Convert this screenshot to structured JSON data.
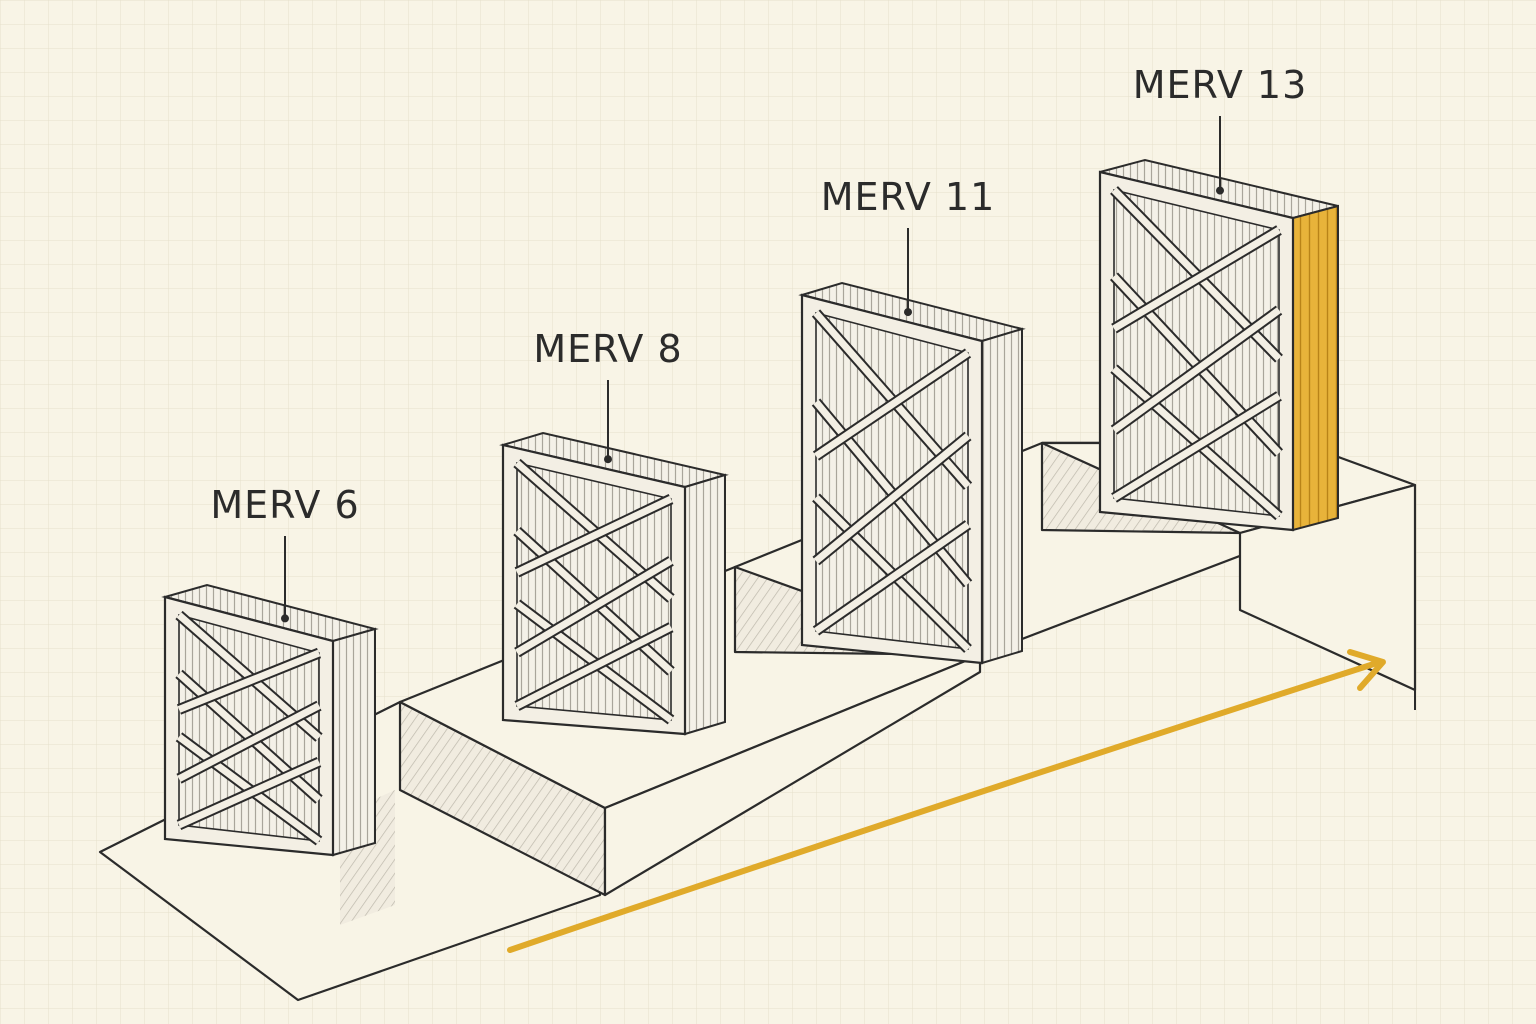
{
  "colors": {
    "background": "#f8f4e6",
    "grid": "#e6e0cc",
    "ink": "#2b2b2b",
    "accent": "#e0aa2a",
    "filter_face": "#f3efe4",
    "shade": "#c9c4b8"
  },
  "filters": [
    {
      "label": "MERV 6",
      "highlighted": false
    },
    {
      "label": "MERV 8",
      "highlighted": false
    },
    {
      "label": "MERV 11",
      "highlighted": false
    },
    {
      "label": "MERV 13",
      "highlighted": true
    }
  ],
  "arrow": {
    "icon": "arrow-right-icon",
    "meaning": "increasing"
  }
}
